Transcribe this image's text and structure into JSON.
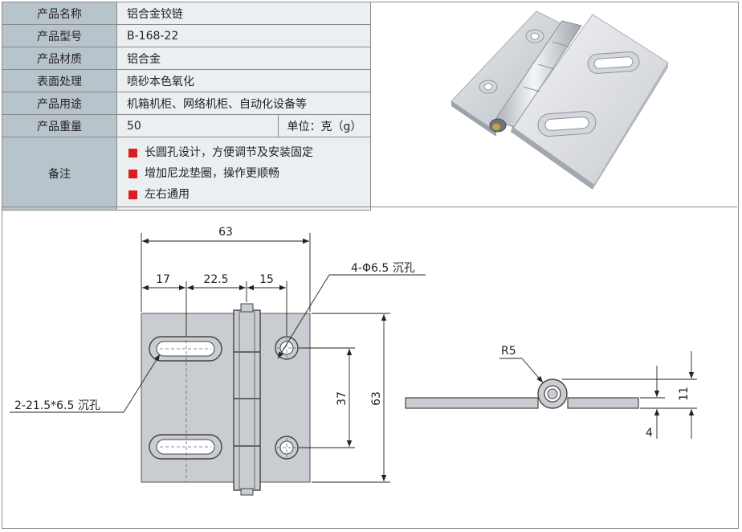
{
  "spec": {
    "name_label": "产品名称",
    "name_value": "铝合金铰链",
    "model_label": "产品型号",
    "model_value": "B-168-22",
    "material_label": "产品材质",
    "material_value": "铝合金",
    "surface_label": "表面处理",
    "surface_value": "喷砂本色氧化",
    "usage_label": "产品用途",
    "usage_value": "机箱机柜、网络机柜、自动化设备等",
    "weight_label": "产品重量",
    "weight_value": "50",
    "weight_unit": "单位：克（g）",
    "notes_label": "备注",
    "notes": [
      "长圆孔设计，方便调节及安装固定",
      "增加尼龙垫圈，操作更顺畅",
      "左右通用"
    ]
  },
  "drawing": {
    "dim_total_width": "63",
    "dim_17": "17",
    "dim_22_5": "22.5",
    "dim_15": "15",
    "dim_height": "63",
    "dim_37": "37",
    "hole_callout": "4-Φ6.5 沉孔",
    "slot_callout": "2-21.5*6.5 沉孔",
    "radius": "R5",
    "dim_11": "11",
    "dim_4": "4"
  },
  "colors": {
    "label_bg": "#b8c4cc",
    "value_bg": "#ebeff2",
    "bullet": "#d81e1e",
    "plate": "#c9ccd1"
  }
}
